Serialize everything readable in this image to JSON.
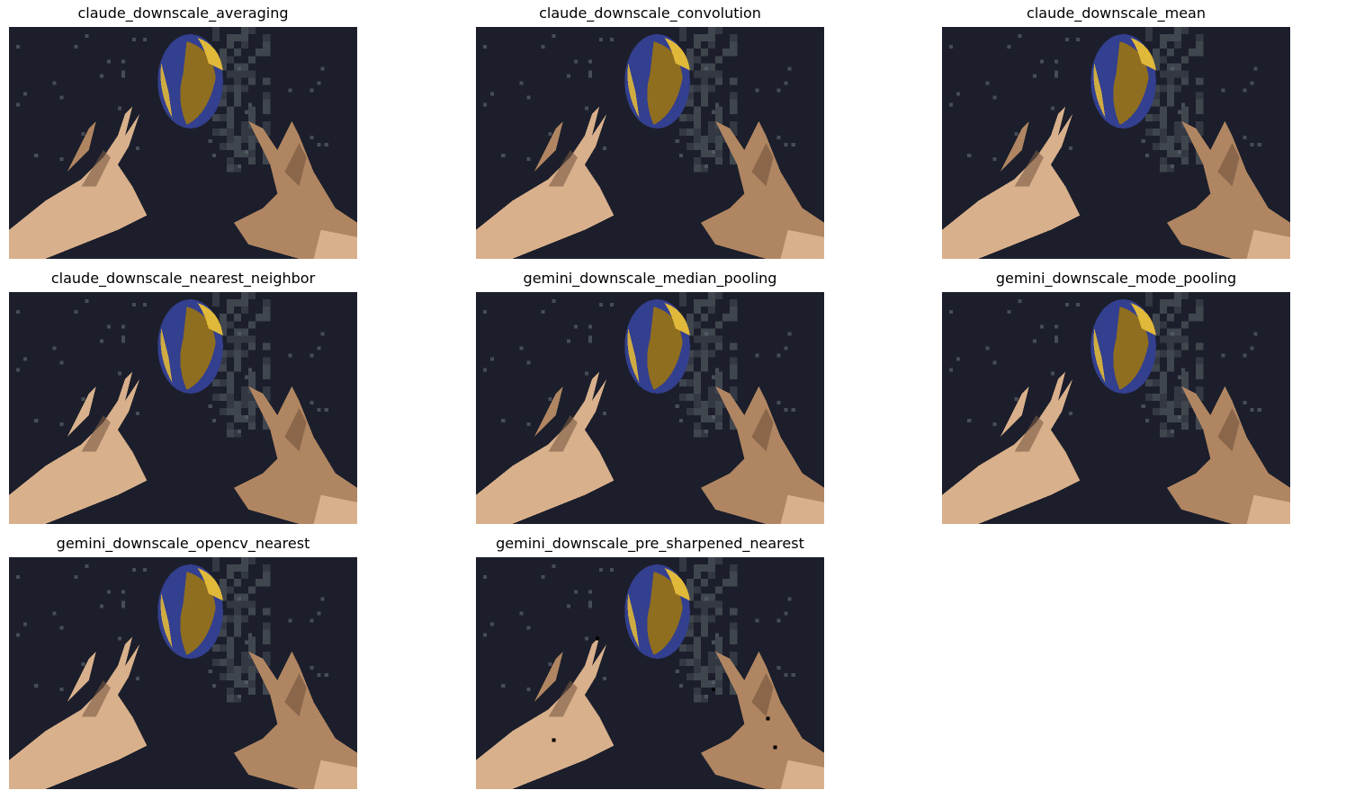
{
  "figure": {
    "panels": [
      {
        "title": "claude_downscale_averaging",
        "variant": "soft"
      },
      {
        "title": "claude_downscale_convolution",
        "variant": "soft"
      },
      {
        "title": "claude_downscale_mean",
        "variant": "soft"
      },
      {
        "title": "claude_downscale_nearest_neighbor",
        "variant": "nearest"
      },
      {
        "title": "gemini_downscale_median_pooling",
        "variant": "median"
      },
      {
        "title": "gemini_downscale_mode_pooling",
        "variant": "mode"
      },
      {
        "title": "gemini_downscale_opencv_nearest",
        "variant": "nearest"
      },
      {
        "title": "gemini_downscale_pre_sharpened_nearest",
        "variant": "sharpened"
      }
    ],
    "colors": {
      "background": "#1c1f2b",
      "building": "#3a3f48",
      "ball_blue": "#333f8f",
      "ball_gold": "#8f6e1f",
      "ball_yellow": "#e0b83a",
      "skin_light": "#d9b08c",
      "skin_mid": "#b08562",
      "skin_dark": "#7a5a42"
    }
  }
}
